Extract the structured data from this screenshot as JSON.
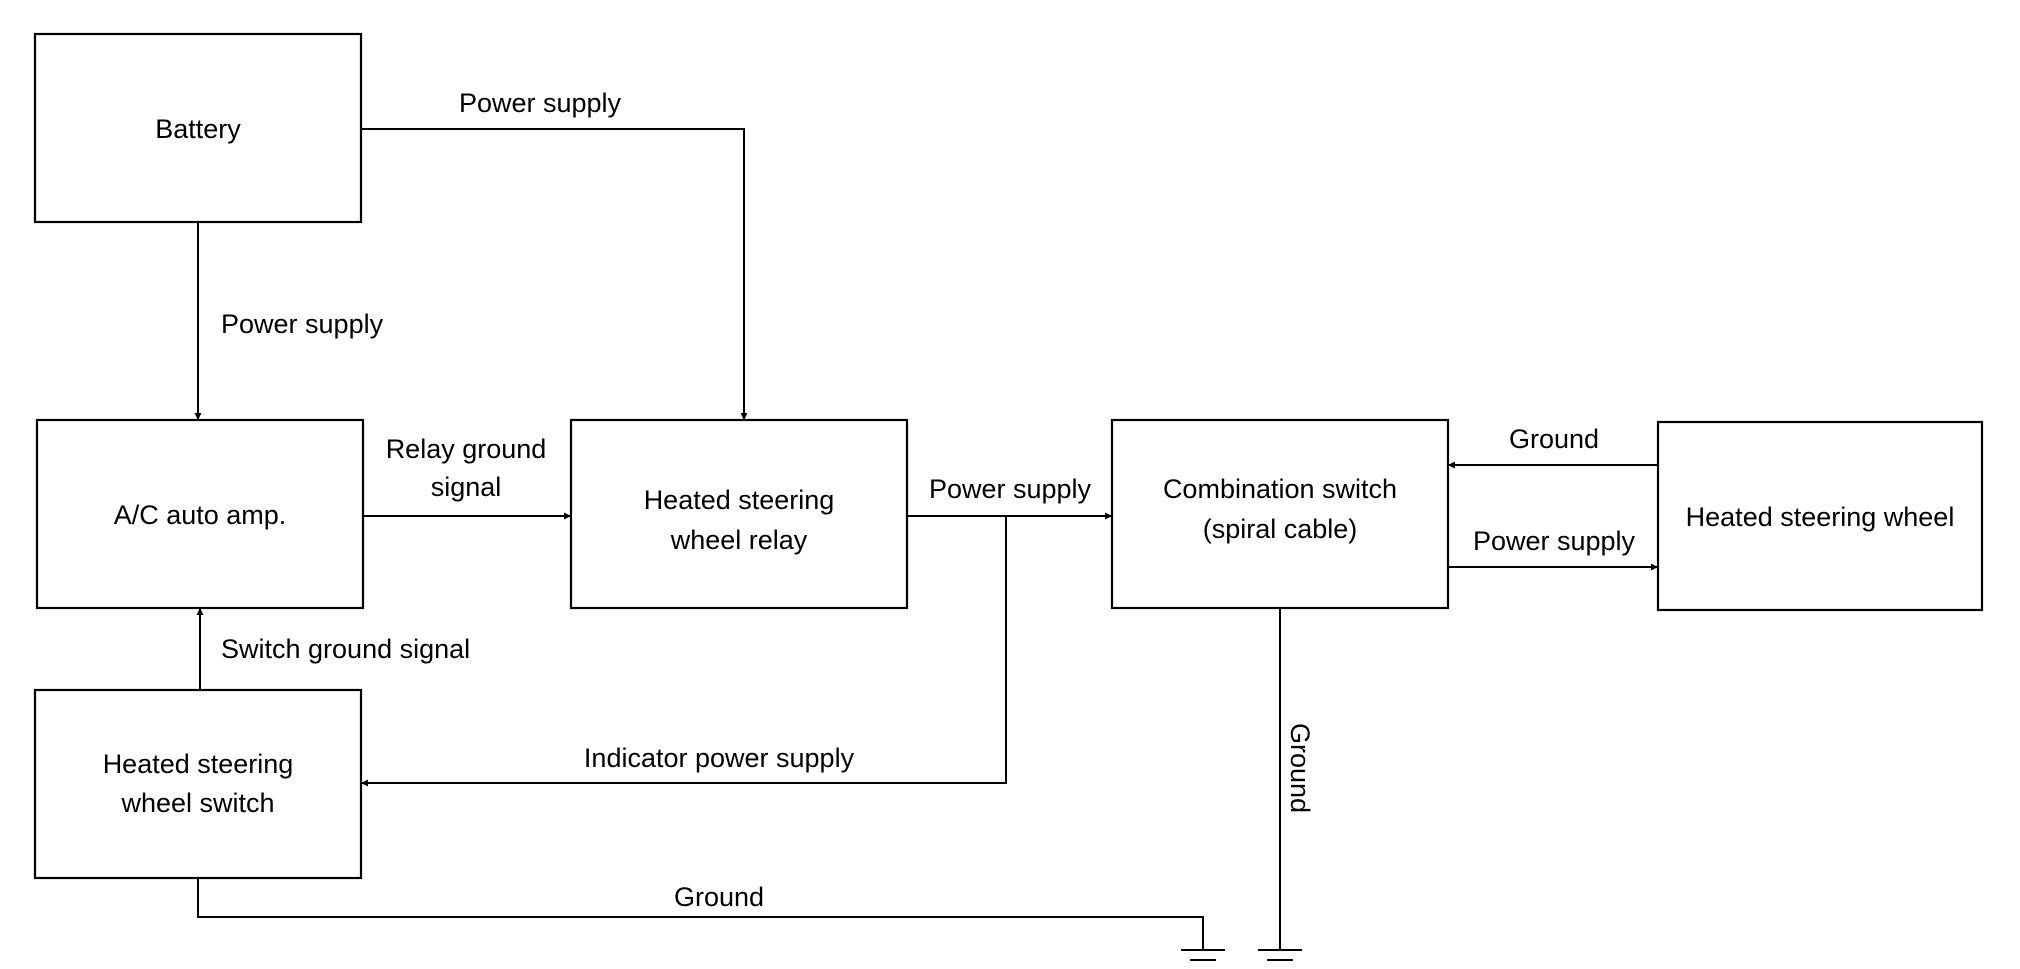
{
  "blocks": {
    "battery": "Battery",
    "ac_amp": "A/C auto amp.",
    "relay": [
      "Heated steering",
      "wheel relay"
    ],
    "switch": [
      "Heated steering",
      "wheel switch"
    ],
    "combination": [
      "Combination switch",
      "(spiral cable)"
    ],
    "wheel": "Heated steering wheel"
  },
  "connections": {
    "battery_to_relay": "Power supply",
    "battery_to_amp": "Power supply",
    "amp_to_relay": [
      "Relay ground",
      "signal"
    ],
    "switch_to_amp": "Switch ground signal",
    "relay_to_combination": "Power supply",
    "relay_to_switch": "Indicator power supply",
    "switch_ground": "Ground",
    "wheel_to_combination": "Ground",
    "combination_to_wheel": "Power supply",
    "combination_ground": "Ground"
  },
  "colors": {
    "line": "#000000",
    "background": "#ffffff"
  }
}
